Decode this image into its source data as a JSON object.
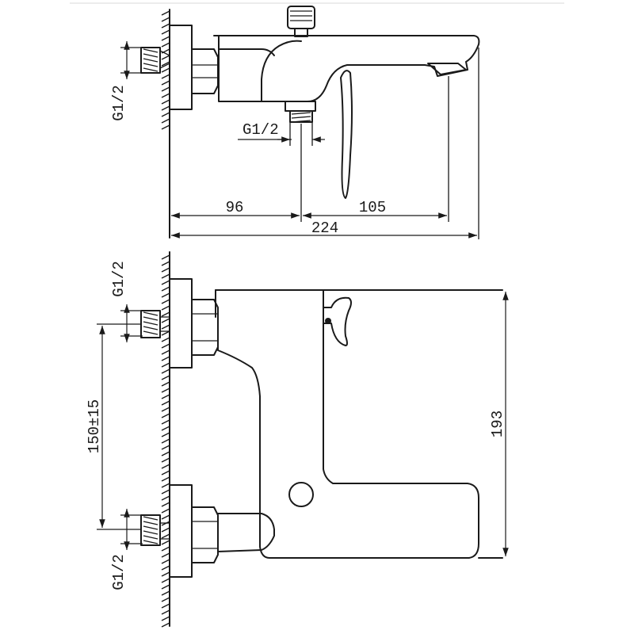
{
  "diagram": {
    "top_view": {
      "dim_left": "96",
      "dim_right": "105",
      "dim_total": "224",
      "thread_side": "G1/2",
      "thread_bottom": "G1/2"
    },
    "front_view": {
      "thread_upper": "G1/2",
      "thread_lower": "G1/2",
      "centers": "150±15",
      "height": "193"
    }
  }
}
